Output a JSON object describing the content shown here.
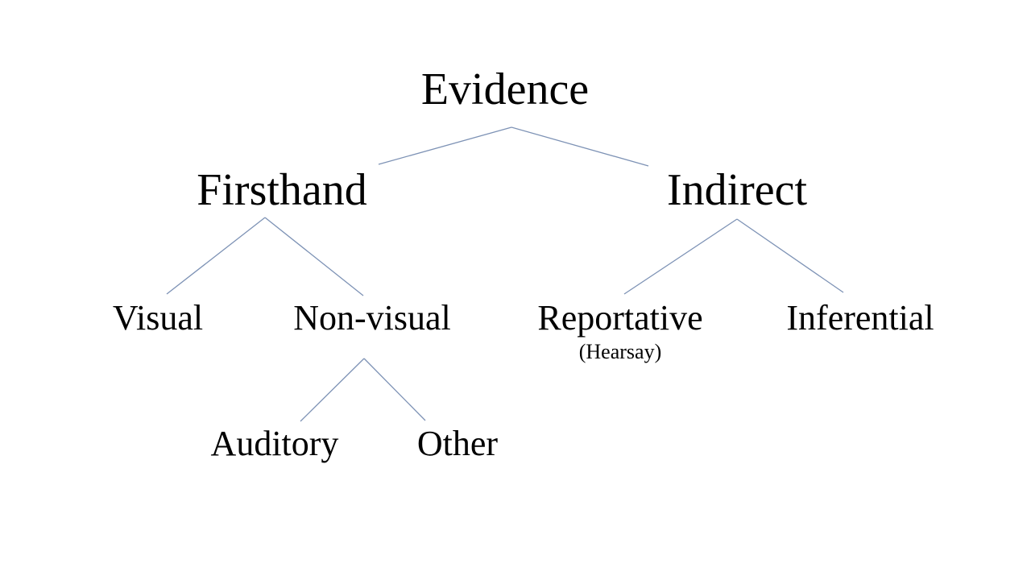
{
  "diagram": {
    "type": "tree",
    "background": "#ffffff",
    "colors": {
      "connector": "#7d92b5",
      "text": "#000000"
    },
    "tree": {
      "label": "Evidence",
      "children": [
        {
          "label": "Firsthand",
          "children": [
            {
              "label": "Visual",
              "children": []
            },
            {
              "label": "Non-visual",
              "children": [
                {
                  "label": "Auditory",
                  "children": []
                },
                {
                  "label": "Other",
                  "children": []
                }
              ]
            }
          ]
        },
        {
          "label": "Indirect",
          "children": [
            {
              "label": "Reportative",
              "sublabel": "(Hearsay)",
              "children": []
            },
            {
              "label": "Inferential",
              "children": []
            }
          ]
        }
      ]
    }
  }
}
